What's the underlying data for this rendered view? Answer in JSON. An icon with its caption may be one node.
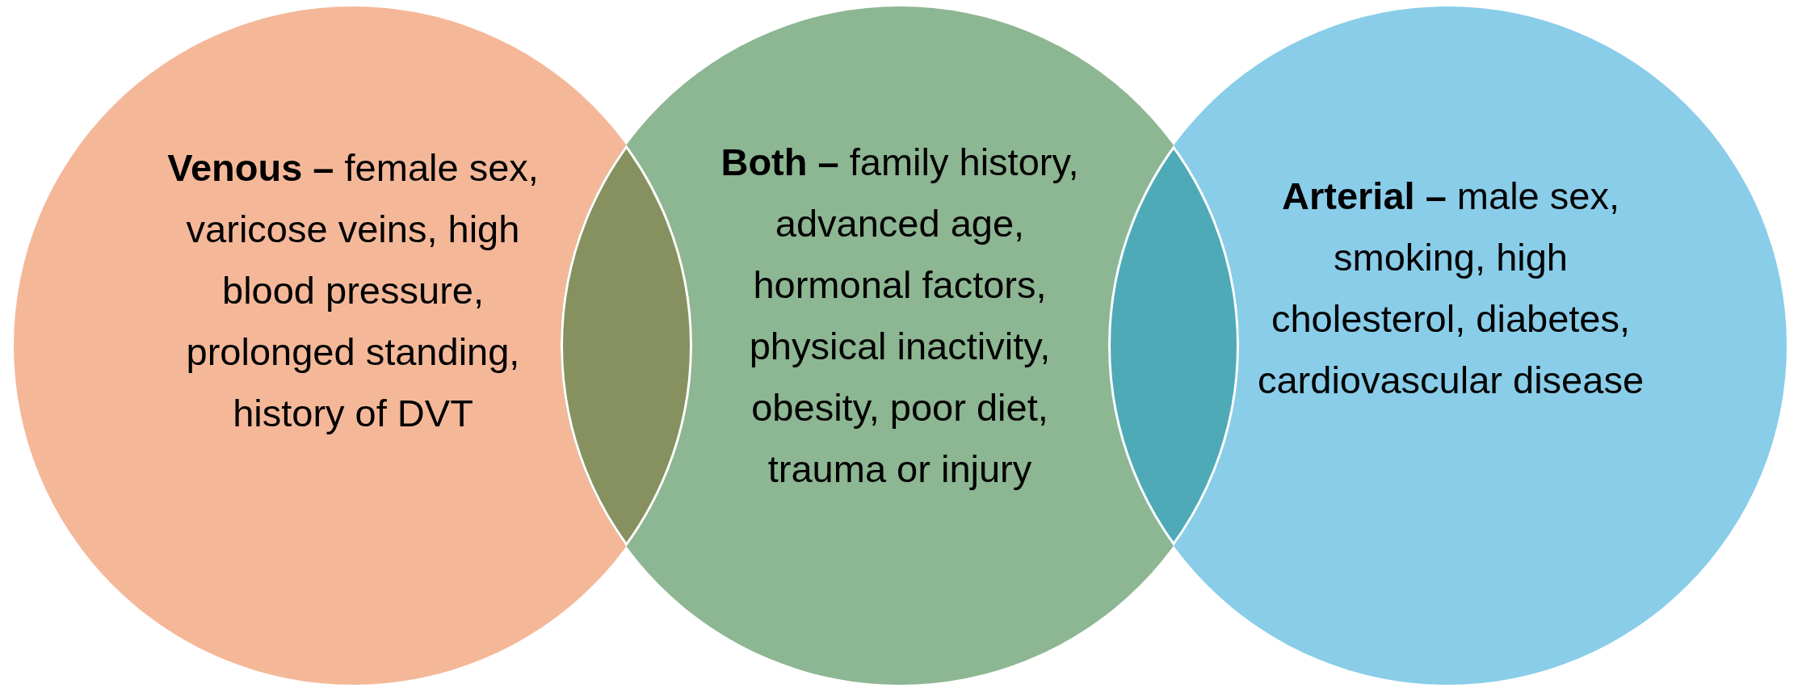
{
  "diagram": {
    "nodes": [
      {
        "text": [
          "**Venous –** female sex, varicose veins, high blood pressure, prolonged standing, history of DVT"
        ]
      },
      {
        "text": [
          "**Both –** family history, advanced age, hormonal factors, physical inactivity, obesity, poor diet, trauma or injury"
        ]
      },
      {
        "text": [
          "**Arterial –** male sex, smoking, high cholesterol, diabetes, cardiovascular disease"
        ]
      }
    ],
    "edges": []
  }
}
